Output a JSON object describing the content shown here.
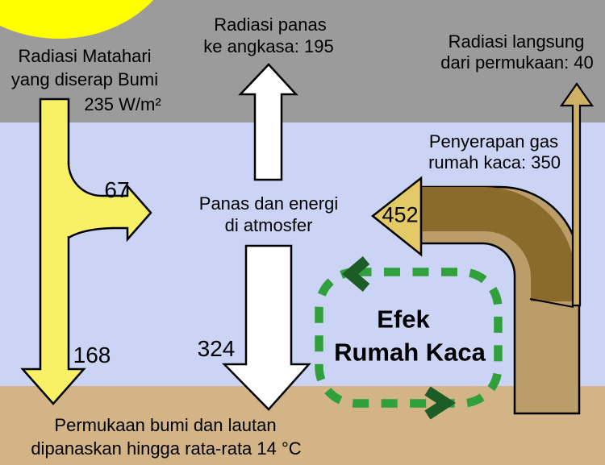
{
  "colors": {
    "space": "#9b9b9b",
    "sky": "#cbd4f4",
    "ground": "#d2b486",
    "sun": "#ffff00",
    "solar_yellow": "#f8f165",
    "heat_white": "#ffffff",
    "ir_column": "#bb9d69",
    "ir_absorbed": "#8a6b2b",
    "ir_direct": "#cfb065",
    "ir_emitted_head": "#e4c967",
    "dash_green": "#2fa03c",
    "chevron_green": "#1d5b27",
    "outline": "#000000",
    "text": "#000000"
  },
  "labels": {
    "solar_absorbed": {
      "line1": "Radiasi Matahari",
      "line2": "yang diserap Bumi",
      "line3": "235 W/m²"
    },
    "heat_to_space": {
      "line1": "Radiasi panas",
      "line2": "ke angkasa: 195"
    },
    "direct_from_surface": {
      "line1": "Radiasi langsung",
      "line2": "dari permukaan: 40"
    },
    "greenhouse_absorption": {
      "line1": "Penyerapan gas",
      "line2": "rumah kaca: 350"
    },
    "atmosphere_heat": {
      "line1": "Panas dan energi",
      "line2": "di atmosfer"
    },
    "surface_heating": {
      "line1": "Permukaan bumi dan lautan",
      "line2": "dipanaskan hingga rata-rata 14 °C"
    },
    "greenhouse_effect": {
      "line1": "Efek",
      "line2": "Rumah Kaca"
    }
  },
  "values": {
    "reflected_up": "67",
    "absorbed_by_surface": "168",
    "back_radiation": "324",
    "surface_emission": "452"
  }
}
